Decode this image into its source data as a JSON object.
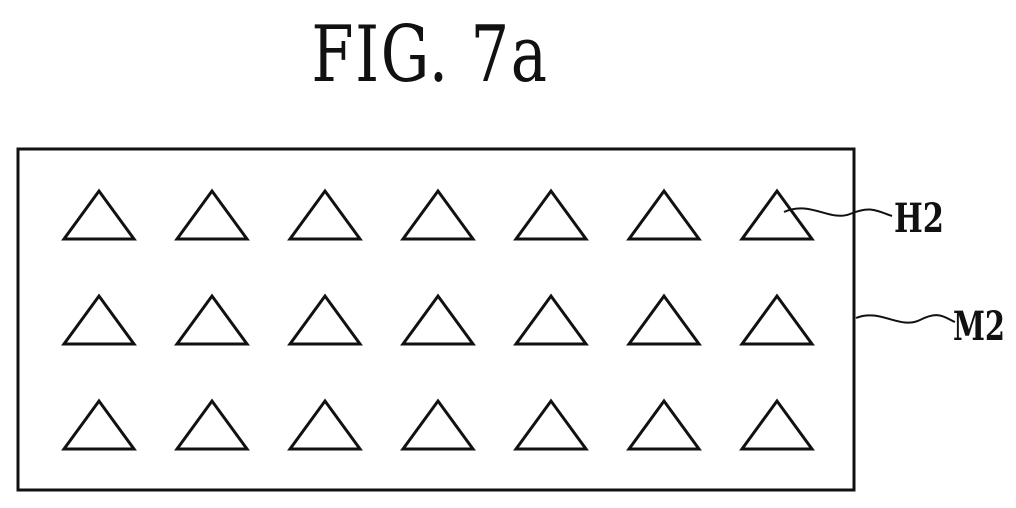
{
  "figure": {
    "title": "FIG. 7a"
  },
  "labels": {
    "hole": "H2",
    "mask": "M2"
  },
  "grid": {
    "rows": 3,
    "columns": 7,
    "shape": "triangle"
  },
  "colors": {
    "ink": "#111111",
    "background": "#ffffff"
  }
}
